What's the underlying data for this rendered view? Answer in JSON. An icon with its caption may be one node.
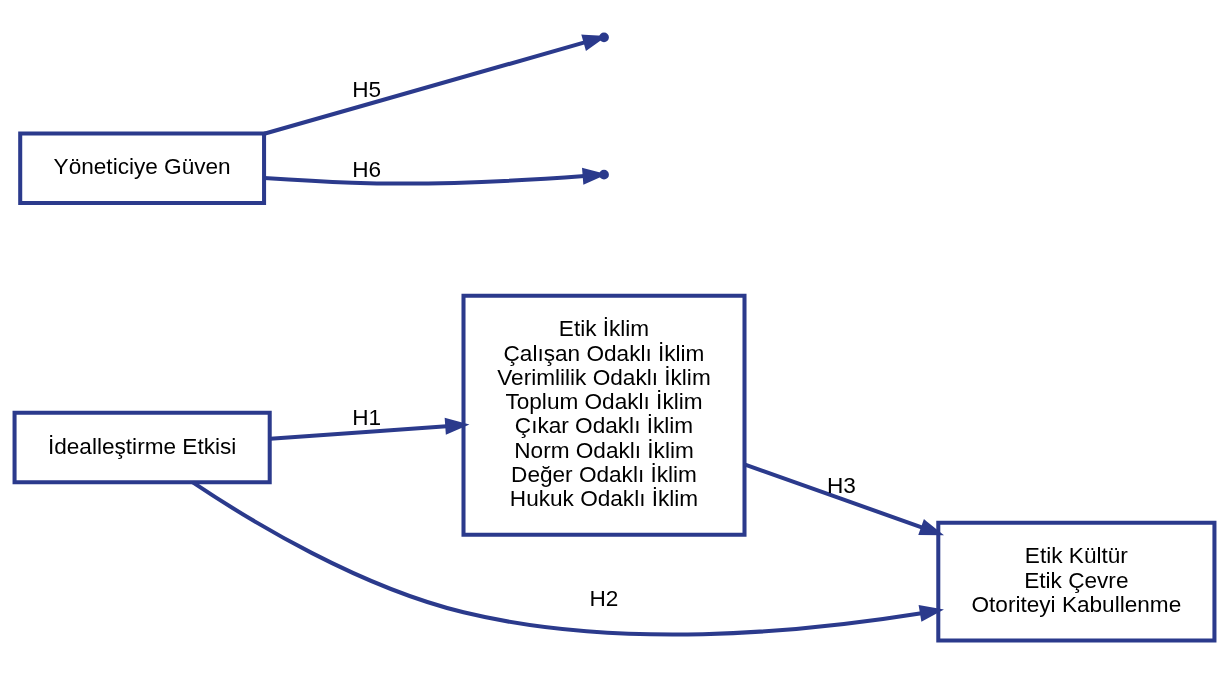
{
  "diagram": {
    "nodes": [
      {
        "text": [
          "Yöneticiye Güven"
        ]
      },
      {
        "text": [
          "Etik İklim",
          "Çalışan Odaklı İklim",
          "Verimlilik Odaklı İklim",
          "Toplum Odaklı İklim",
          "Çıkar Odaklı İklim",
          "Norm Odaklı İklim",
          "Değer Odaklı İklim",
          "Hukuk Odaklı İklim"
        ]
      },
      {
        "text": [
          "Etik Kültür",
          "Etik Çevre",
          "Otoriteyi Kabullenme"
        ]
      },
      {
        "text": [
          "İdealleştirme Etkisi"
        ]
      }
    ],
    "edges": [
      {
        "from": 3,
        "to": 1,
        "arrow": "to",
        "label": "H1"
      },
      {
        "from": 3,
        "to": 2,
        "arrow": "to",
        "label": "H2"
      },
      {
        "from": 1,
        "to": 2,
        "arrow": "to",
        "label": "H3"
      },
      {
        "from": 0,
        "to": null,
        "arrow": "to",
        "label": "H5"
      },
      {
        "from": 0,
        "to": null,
        "arrow": "to",
        "label": "H6"
      }
    ]
  }
}
